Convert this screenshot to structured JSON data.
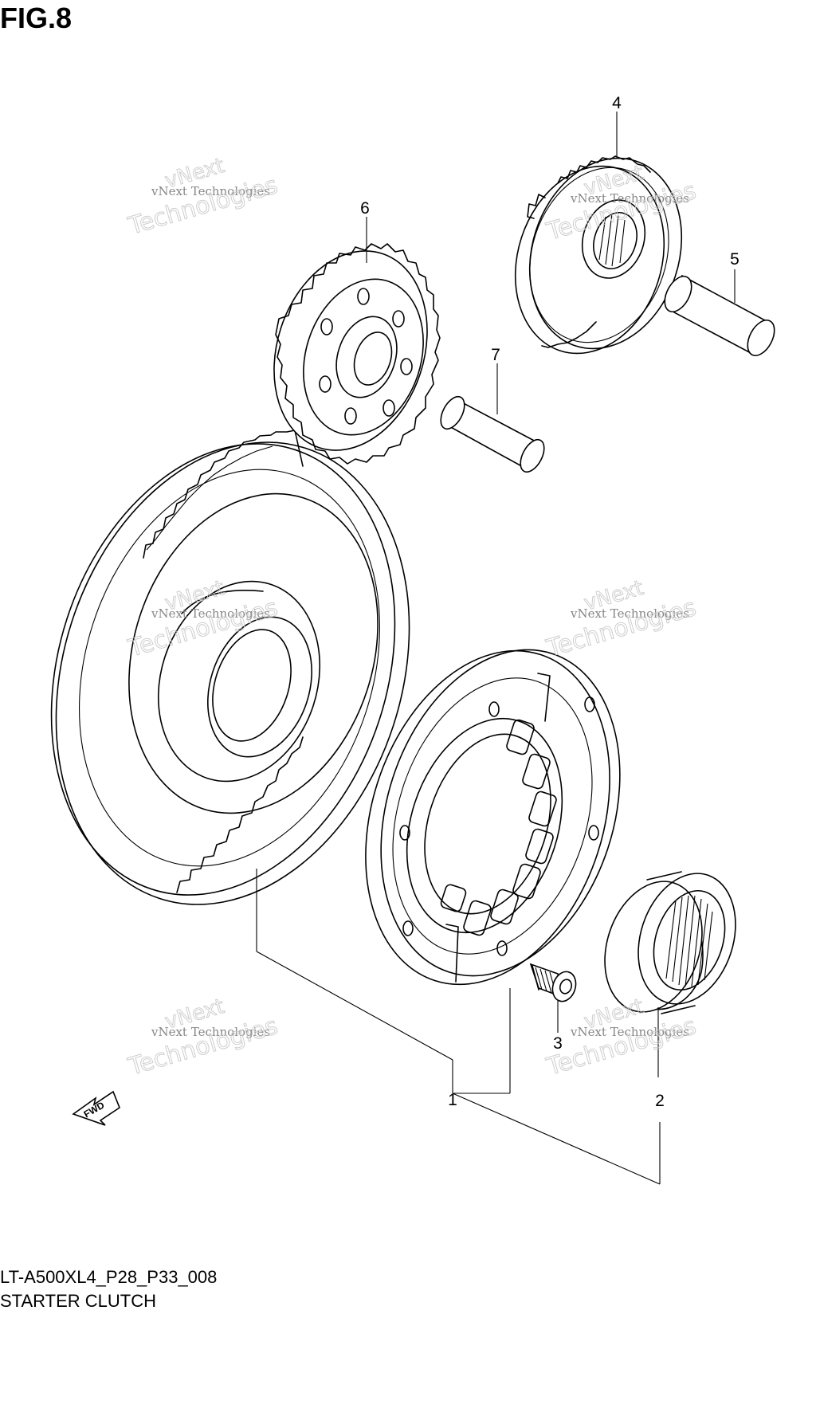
{
  "figure_label": "FIG.8",
  "diagram_code": "LT-A500XL4_P28_P33_008",
  "diagram_name": "STARTER CLUTCH",
  "direction_badge": "FWD",
  "watermark": {
    "small": "vNext Technologies",
    "large_top": "vNext",
    "large_bottom": "Technologies"
  },
  "callouts": [
    "1",
    "2",
    "3",
    "4",
    "5",
    "6",
    "7"
  ]
}
